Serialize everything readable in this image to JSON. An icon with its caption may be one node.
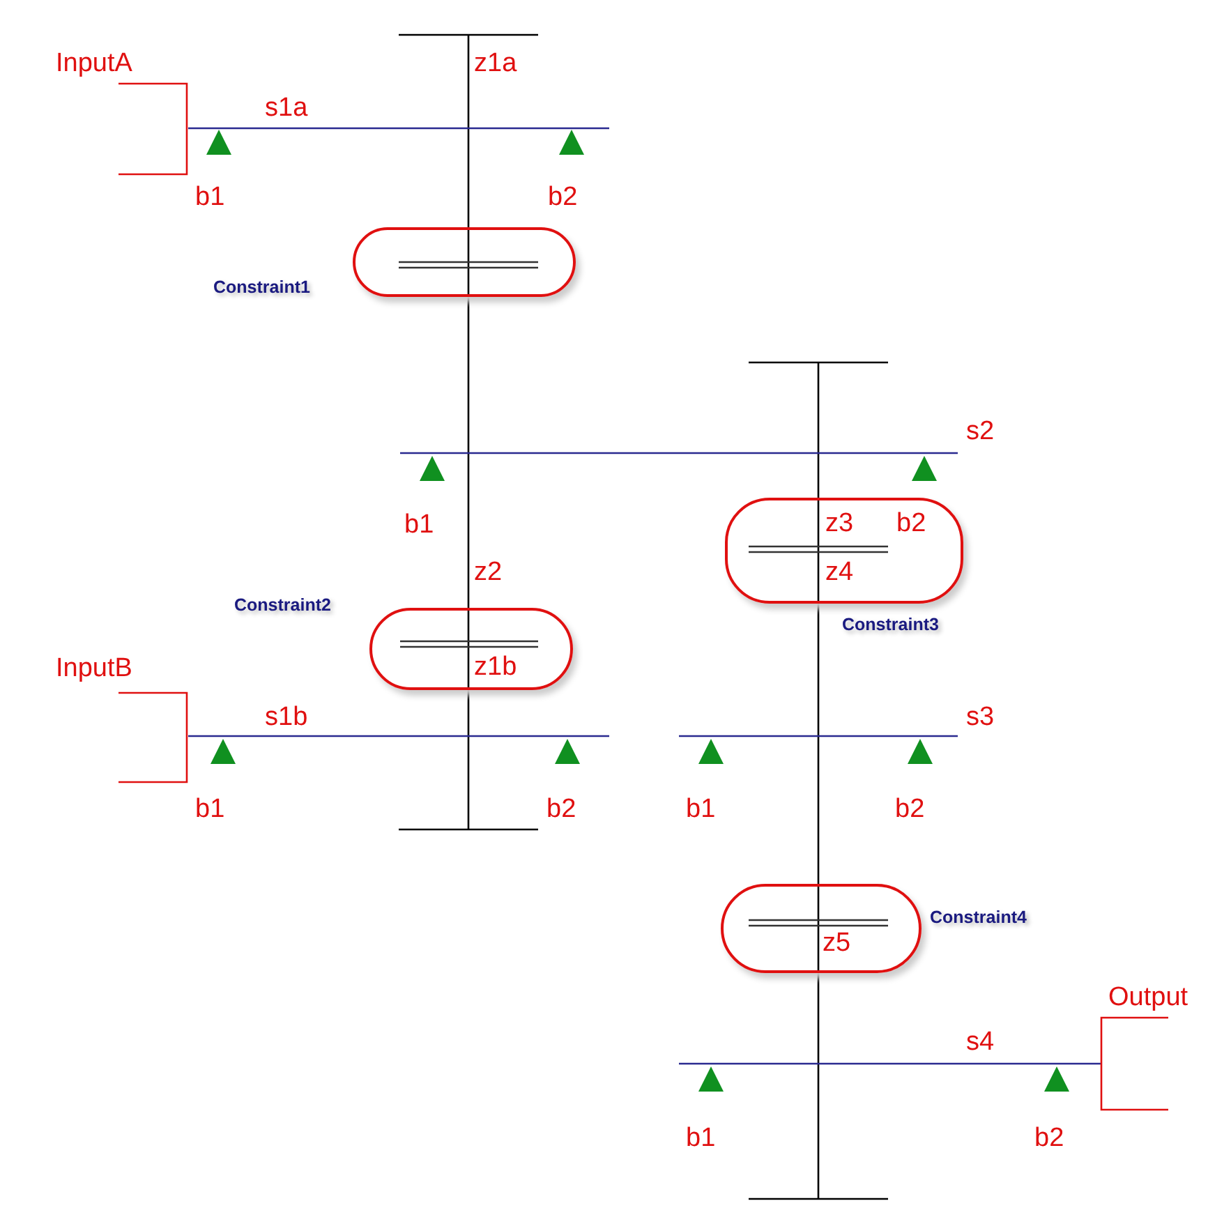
{
  "diagram": {
    "nodes": [
      {
        "text": [
          "Constraint1"
        ]
      },
      {
        "text": [
          "Constraint2",
          "z1b"
        ]
      },
      {
        "text": [
          "z3",
          "b2",
          "z4",
          "Constraint3"
        ]
      },
      {
        "text": [
          "z5",
          "Constraint4"
        ]
      }
    ],
    "labels": [
      "InputA",
      "z1a",
      "s1a",
      "b1",
      "b2",
      "s2",
      "b1",
      "z2",
      "InputB",
      "s1b",
      "s3",
      "b1",
      "b2",
      "b1",
      "b2",
      "Output",
      "s4",
      "b1",
      "b2"
    ]
  }
}
